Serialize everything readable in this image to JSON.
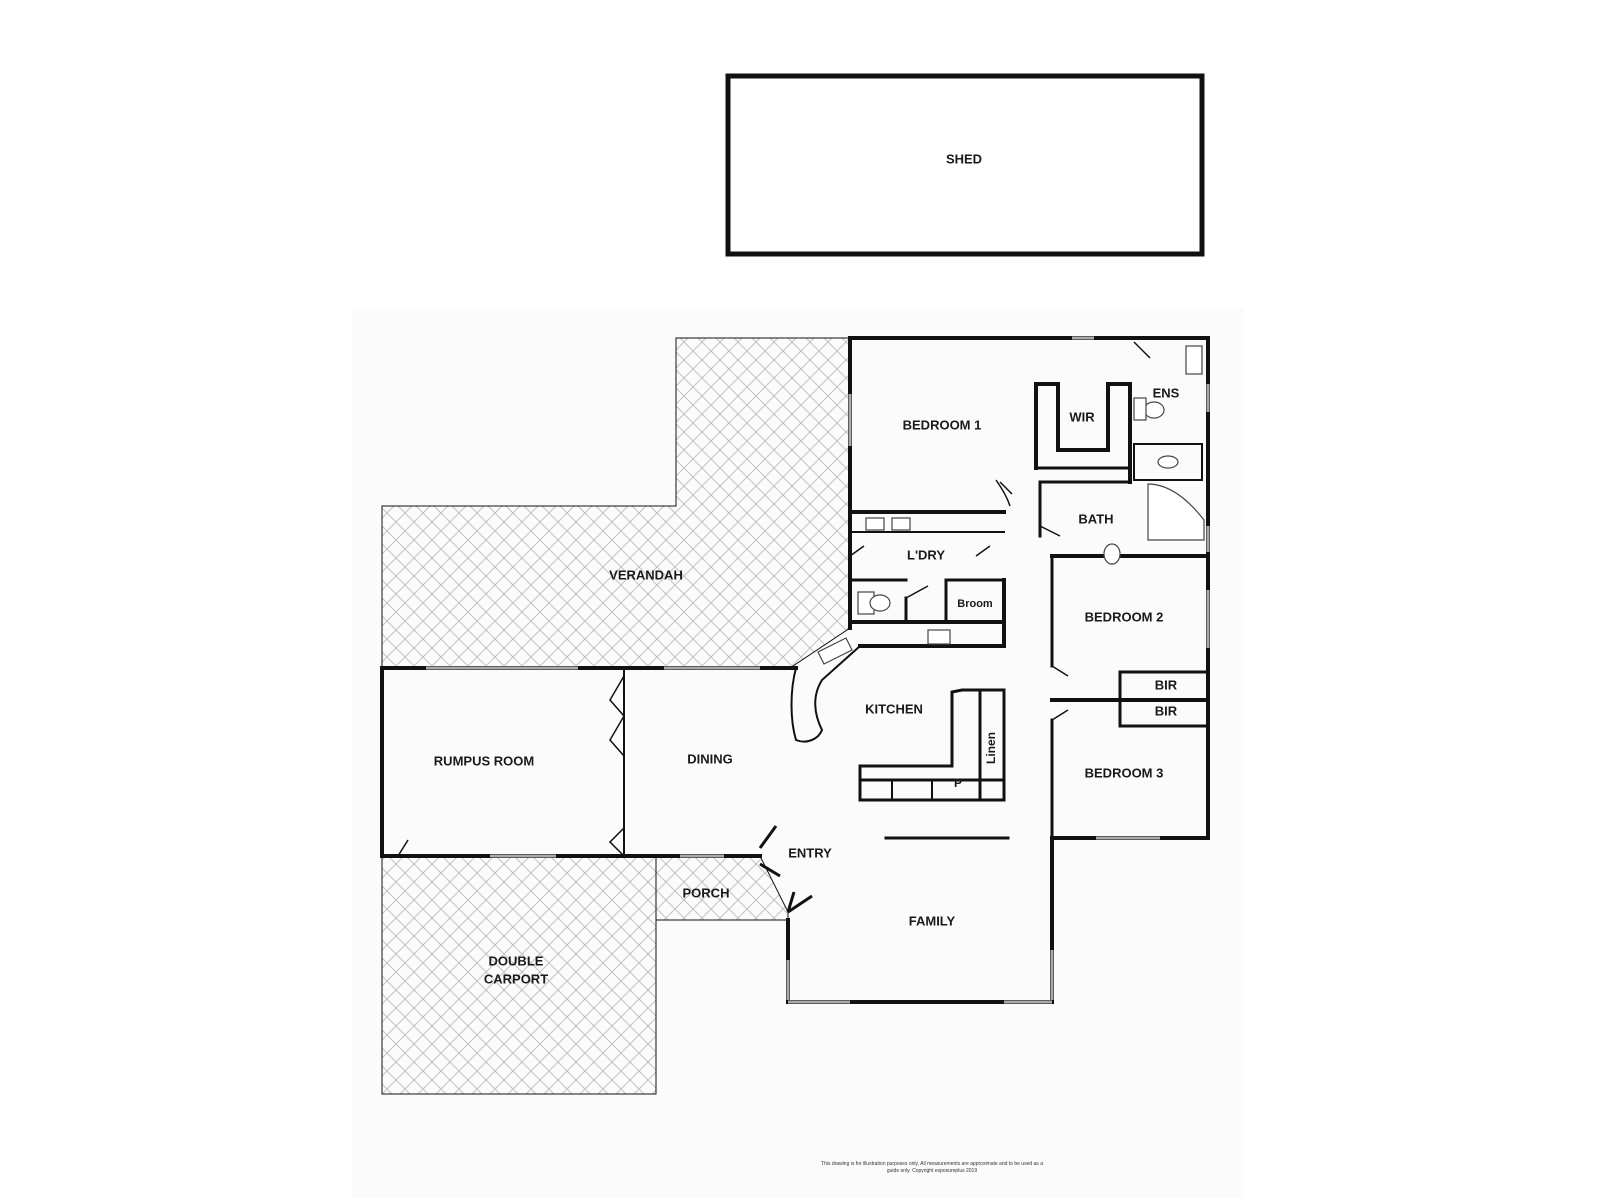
{
  "plan": {
    "rooms": {
      "shed": "SHED",
      "bedroom1": "BEDROOM 1",
      "wir": "WIR",
      "ens": "ENS",
      "bath": "BATH",
      "laundry": "L'DRY",
      "broom": "Broom",
      "verandah": "VERANDAH",
      "bedroom2": "BEDROOM 2",
      "bir1": "BIR",
      "bir2": "BIR",
      "kitchen": "KITCHEN",
      "linen": "Linen",
      "pantry": "P",
      "rumpus": "RUMPUS ROOM",
      "dining": "DINING",
      "bedroom3": "BEDROOM 3",
      "entry": "ENTRY",
      "porch": "PORCH",
      "family": "FAMILY",
      "carport_line1": "DOUBLE",
      "carport_line2": "CARPORT"
    },
    "disclaimer_line1": "This drawing is for illustration purposes only. All measurements are approximate and to be used as a",
    "disclaimer_line2": "guide only. Copyright exposureplus 2019",
    "colors": {
      "wall": "#111111",
      "hatch": "#bcbcbc",
      "window": "#a9a9a9",
      "panel": "#fbfbfb"
    }
  }
}
